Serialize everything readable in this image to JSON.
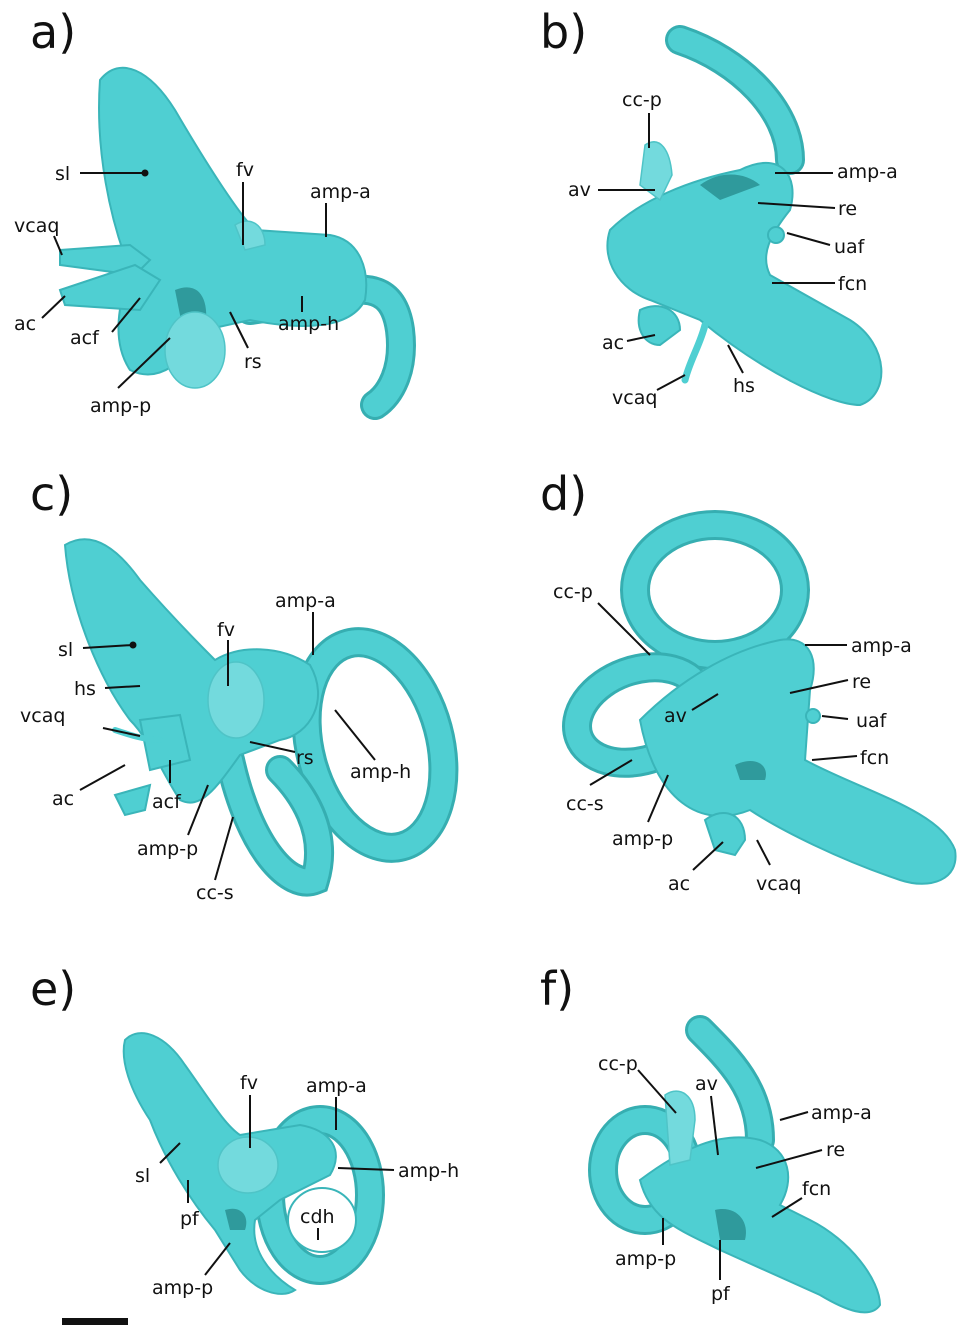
{
  "panels": [
    {
      "id": "a",
      "label": "a)",
      "annotations": [
        "sl",
        "fv",
        "amp-a",
        "vcaq",
        "ac",
        "acf",
        "amp-p",
        "rs",
        "amp-h"
      ]
    },
    {
      "id": "b",
      "label": "b)",
      "annotations": [
        "cc-p",
        "av",
        "amp-a",
        "re",
        "uaf",
        "fcn",
        "ac",
        "vcaq",
        "hs"
      ]
    },
    {
      "id": "c",
      "label": "c)",
      "annotations": [
        "amp-a",
        "fv",
        "sl",
        "hs",
        "vcaq",
        "rs",
        "amp-h",
        "ac",
        "acf",
        "amp-p",
        "cc-s"
      ]
    },
    {
      "id": "d",
      "label": "d)",
      "annotations": [
        "cc-p",
        "amp-a",
        "re",
        "av",
        "uaf",
        "fcn",
        "cc-s",
        "amp-p",
        "ac",
        "vcaq"
      ]
    },
    {
      "id": "e",
      "label": "e)",
      "annotations": [
        "fv",
        "amp-a",
        "amp-h",
        "sl",
        "pf",
        "cdh",
        "amp-p"
      ]
    },
    {
      "id": "f",
      "label": "f)",
      "annotations": [
        "cc-p",
        "av",
        "amp-a",
        "re",
        "fcn",
        "amp-p",
        "pf"
      ]
    }
  ],
  "colors": {
    "structure": "#4fcfd2",
    "structure_edge": "#3ab5b9",
    "structure_light": "#73dadd",
    "shadow": "#2f9a9c",
    "ink": "#111111"
  }
}
